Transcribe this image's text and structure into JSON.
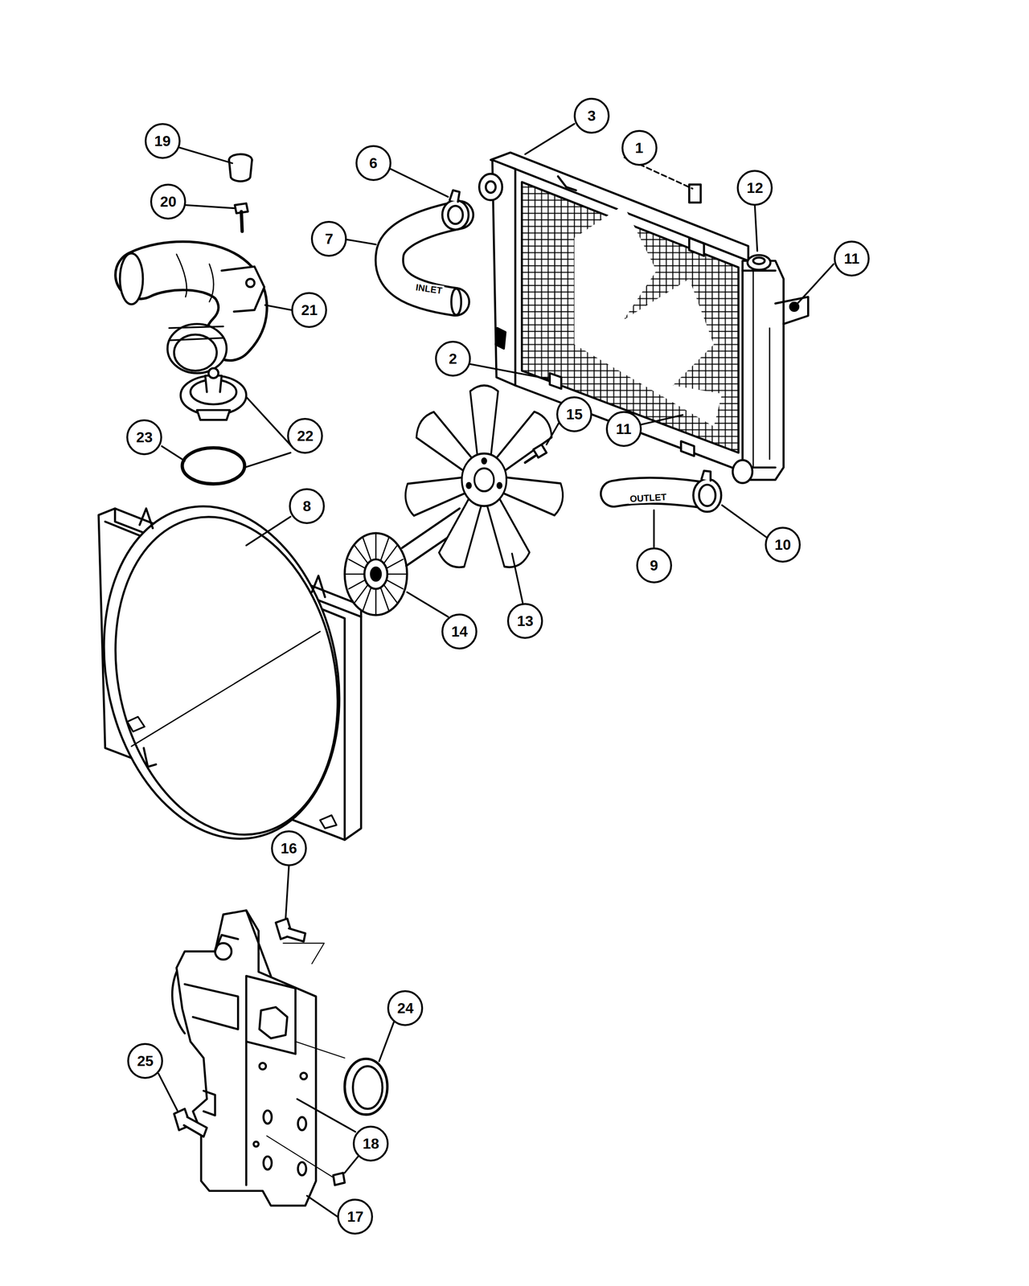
{
  "diagram": {
    "nodes": [
      {
        "text": [
          "3"
        ]
      },
      {
        "text": [
          "19"
        ]
      },
      {
        "text": [
          "1"
        ]
      },
      {
        "text": [
          "6"
        ]
      },
      {
        "text": [
          "12"
        ]
      },
      {
        "text": [
          "20"
        ]
      },
      {
        "text": [
          "7"
        ]
      },
      {
        "text": [
          "11"
        ]
      },
      {
        "text": [
          "21"
        ]
      },
      {
        "text": [
          "2"
        ]
      },
      {
        "text": [
          "15"
        ]
      },
      {
        "text": [
          "11"
        ]
      },
      {
        "text": [
          "22"
        ]
      },
      {
        "text": [
          "23"
        ]
      },
      {
        "text": [
          "8"
        ]
      },
      {
        "text": [
          "10"
        ]
      },
      {
        "text": [
          "9"
        ]
      },
      {
        "text": [
          "13"
        ]
      },
      {
        "text": [
          "14"
        ]
      },
      {
        "text": [
          "16"
        ]
      },
      {
        "text": [
          "24"
        ]
      },
      {
        "text": [
          "25"
        ]
      },
      {
        "text": [
          "18"
        ]
      },
      {
        "text": [
          "17"
        ]
      }
    ],
    "labels": [
      "INLET",
      "OUTLET"
    ]
  }
}
